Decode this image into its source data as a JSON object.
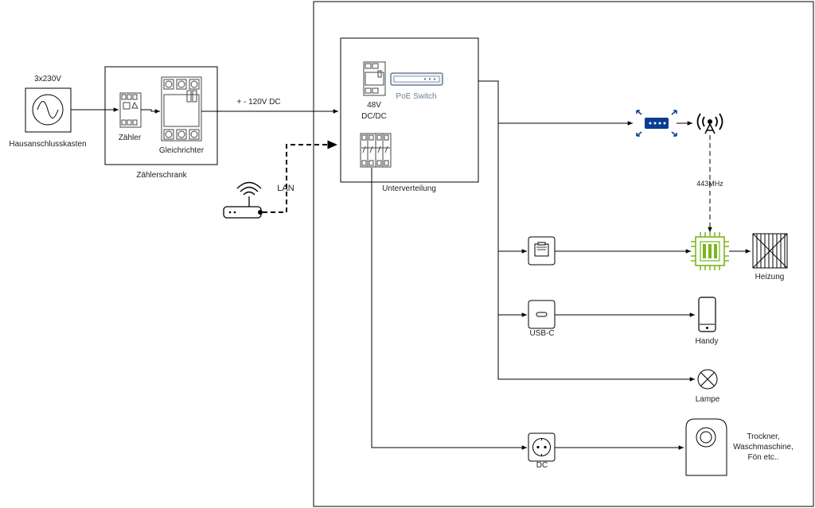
{
  "labels": {
    "supply": "3x230V",
    "hausanschluss": "Hausanschlusskasten",
    "zaehler": "Zähler",
    "gleichrichter": "Gleichrichter",
    "zaehlerschrank": "Zählerschrank",
    "dc_line": "+ - 120V DC",
    "lan": "LAN",
    "dcdc_1": "48V",
    "dcdc_2": "DC/DC",
    "poe": "PoE Switch",
    "unterverteilung": "Unterverteilung",
    "freq": "443MHz",
    "heizung": "Heizung",
    "usbc": "USB-C",
    "handy": "Handy",
    "lampe": "Lampe",
    "dc": "DC",
    "appliances_1": "Trockner,",
    "appliances_2": "Waschmaschine,",
    "appliances_3": "Fön etc.."
  },
  "colors": {
    "router": "#0b3d91",
    "microcontroller": "#7ab51d",
    "poe_outline": "#6b7f96"
  },
  "icons": {
    "ac_source": "ac-source-icon",
    "meter": "energy-meter-icon",
    "rectifier": "rectifier-icon",
    "router": "router-icon",
    "antenna": "wireless-antenna-icon",
    "ethernet": "ethernet-socket-icon",
    "mcu": "microcontroller-icon",
    "heater": "heater-icon",
    "usb": "usb-c-socket-icon",
    "phone": "smartphone-icon",
    "lamp": "lamp-icon",
    "outlet": "power-outlet-icon",
    "washer": "washing-machine-icon",
    "wifi_router": "wifi-router-icon"
  }
}
